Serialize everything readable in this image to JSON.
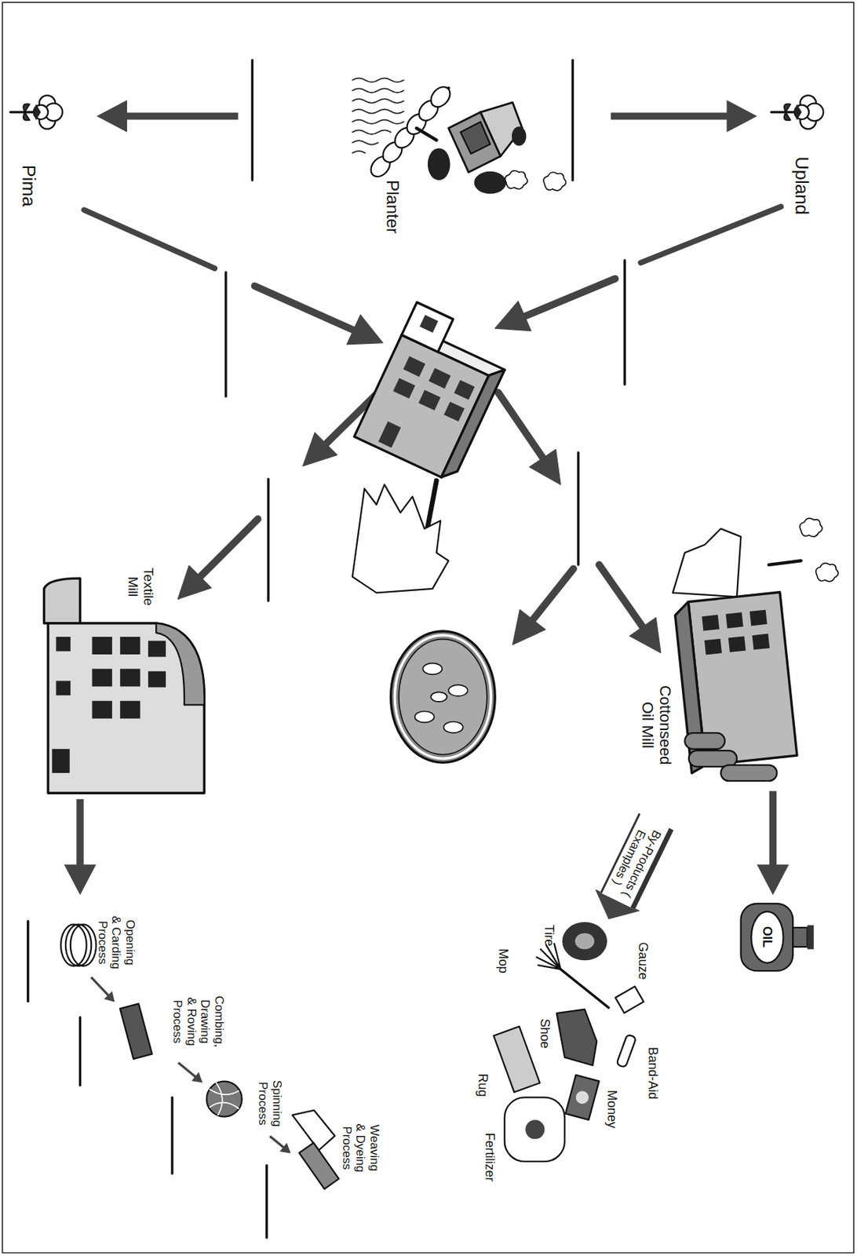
{
  "diagram": {
    "nodes": [
      {
        "text": [
          "Planter"
        ]
      },
      {
        "text": [
          "Upland"
        ]
      },
      {
        "text": [
          "Pima"
        ]
      },
      {
        "text": [
          "Cottonseed Oil Mill"
        ]
      },
      {
        "text": [
          "Textile Mill"
        ]
      },
      {
        "text": [
          "OIL"
        ]
      },
      {
        "text": [
          "By-Products ( Examples )"
        ]
      },
      {
        "text": [
          "Opening & Carding Process"
        ]
      },
      {
        "text": [
          "Combing, Drawing & Roving Process"
        ]
      },
      {
        "text": [
          "Spinning Process"
        ]
      },
      {
        "text": [
          "Weaving & Dyeing Process"
        ]
      }
    ],
    "edges": [
      {
        "from": 0,
        "to": 1,
        "arrow": "to"
      },
      {
        "from": 0,
        "to": 2,
        "arrow": "to"
      },
      {
        "from": 3,
        "to": 5,
        "arrow": "to"
      },
      {
        "from": 4,
        "to": 7,
        "arrow": "to"
      },
      {
        "from": 7,
        "to": 8,
        "arrow": "to"
      },
      {
        "from": 8,
        "to": 9,
        "arrow": "to"
      },
      {
        "from": 9,
        "to": 10,
        "arrow": "to"
      }
    ],
    "labels": [
      "Gauze",
      "Band-Aid",
      "Tire",
      "Shoe",
      "Money",
      "Mop",
      "Rug",
      "Fertilizer"
    ]
  }
}
